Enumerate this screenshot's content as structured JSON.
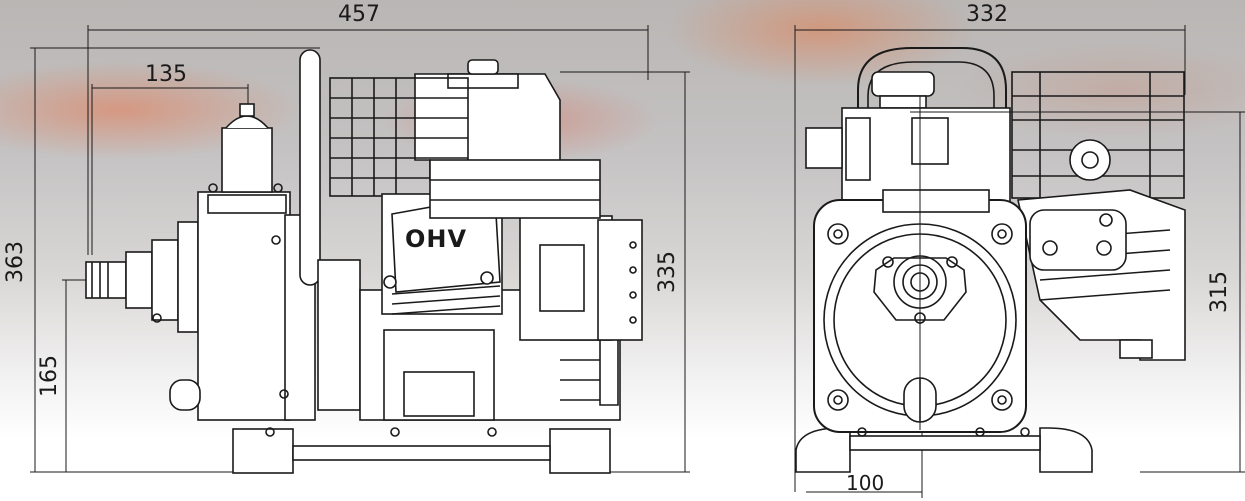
{
  "side_view": {
    "overall_length": "457",
    "outlet_offset": "135",
    "overall_height": "363",
    "outlet_height": "165",
    "engine_height": "335",
    "valve_cover_marking": "OHV"
  },
  "front_view": {
    "overall_width": "332",
    "pump_height": "315",
    "base_offset": "100"
  },
  "colors": {
    "line": "#1a1a1a",
    "fire_glow": "#e07a50",
    "smoke": "#c4c2c2"
  }
}
